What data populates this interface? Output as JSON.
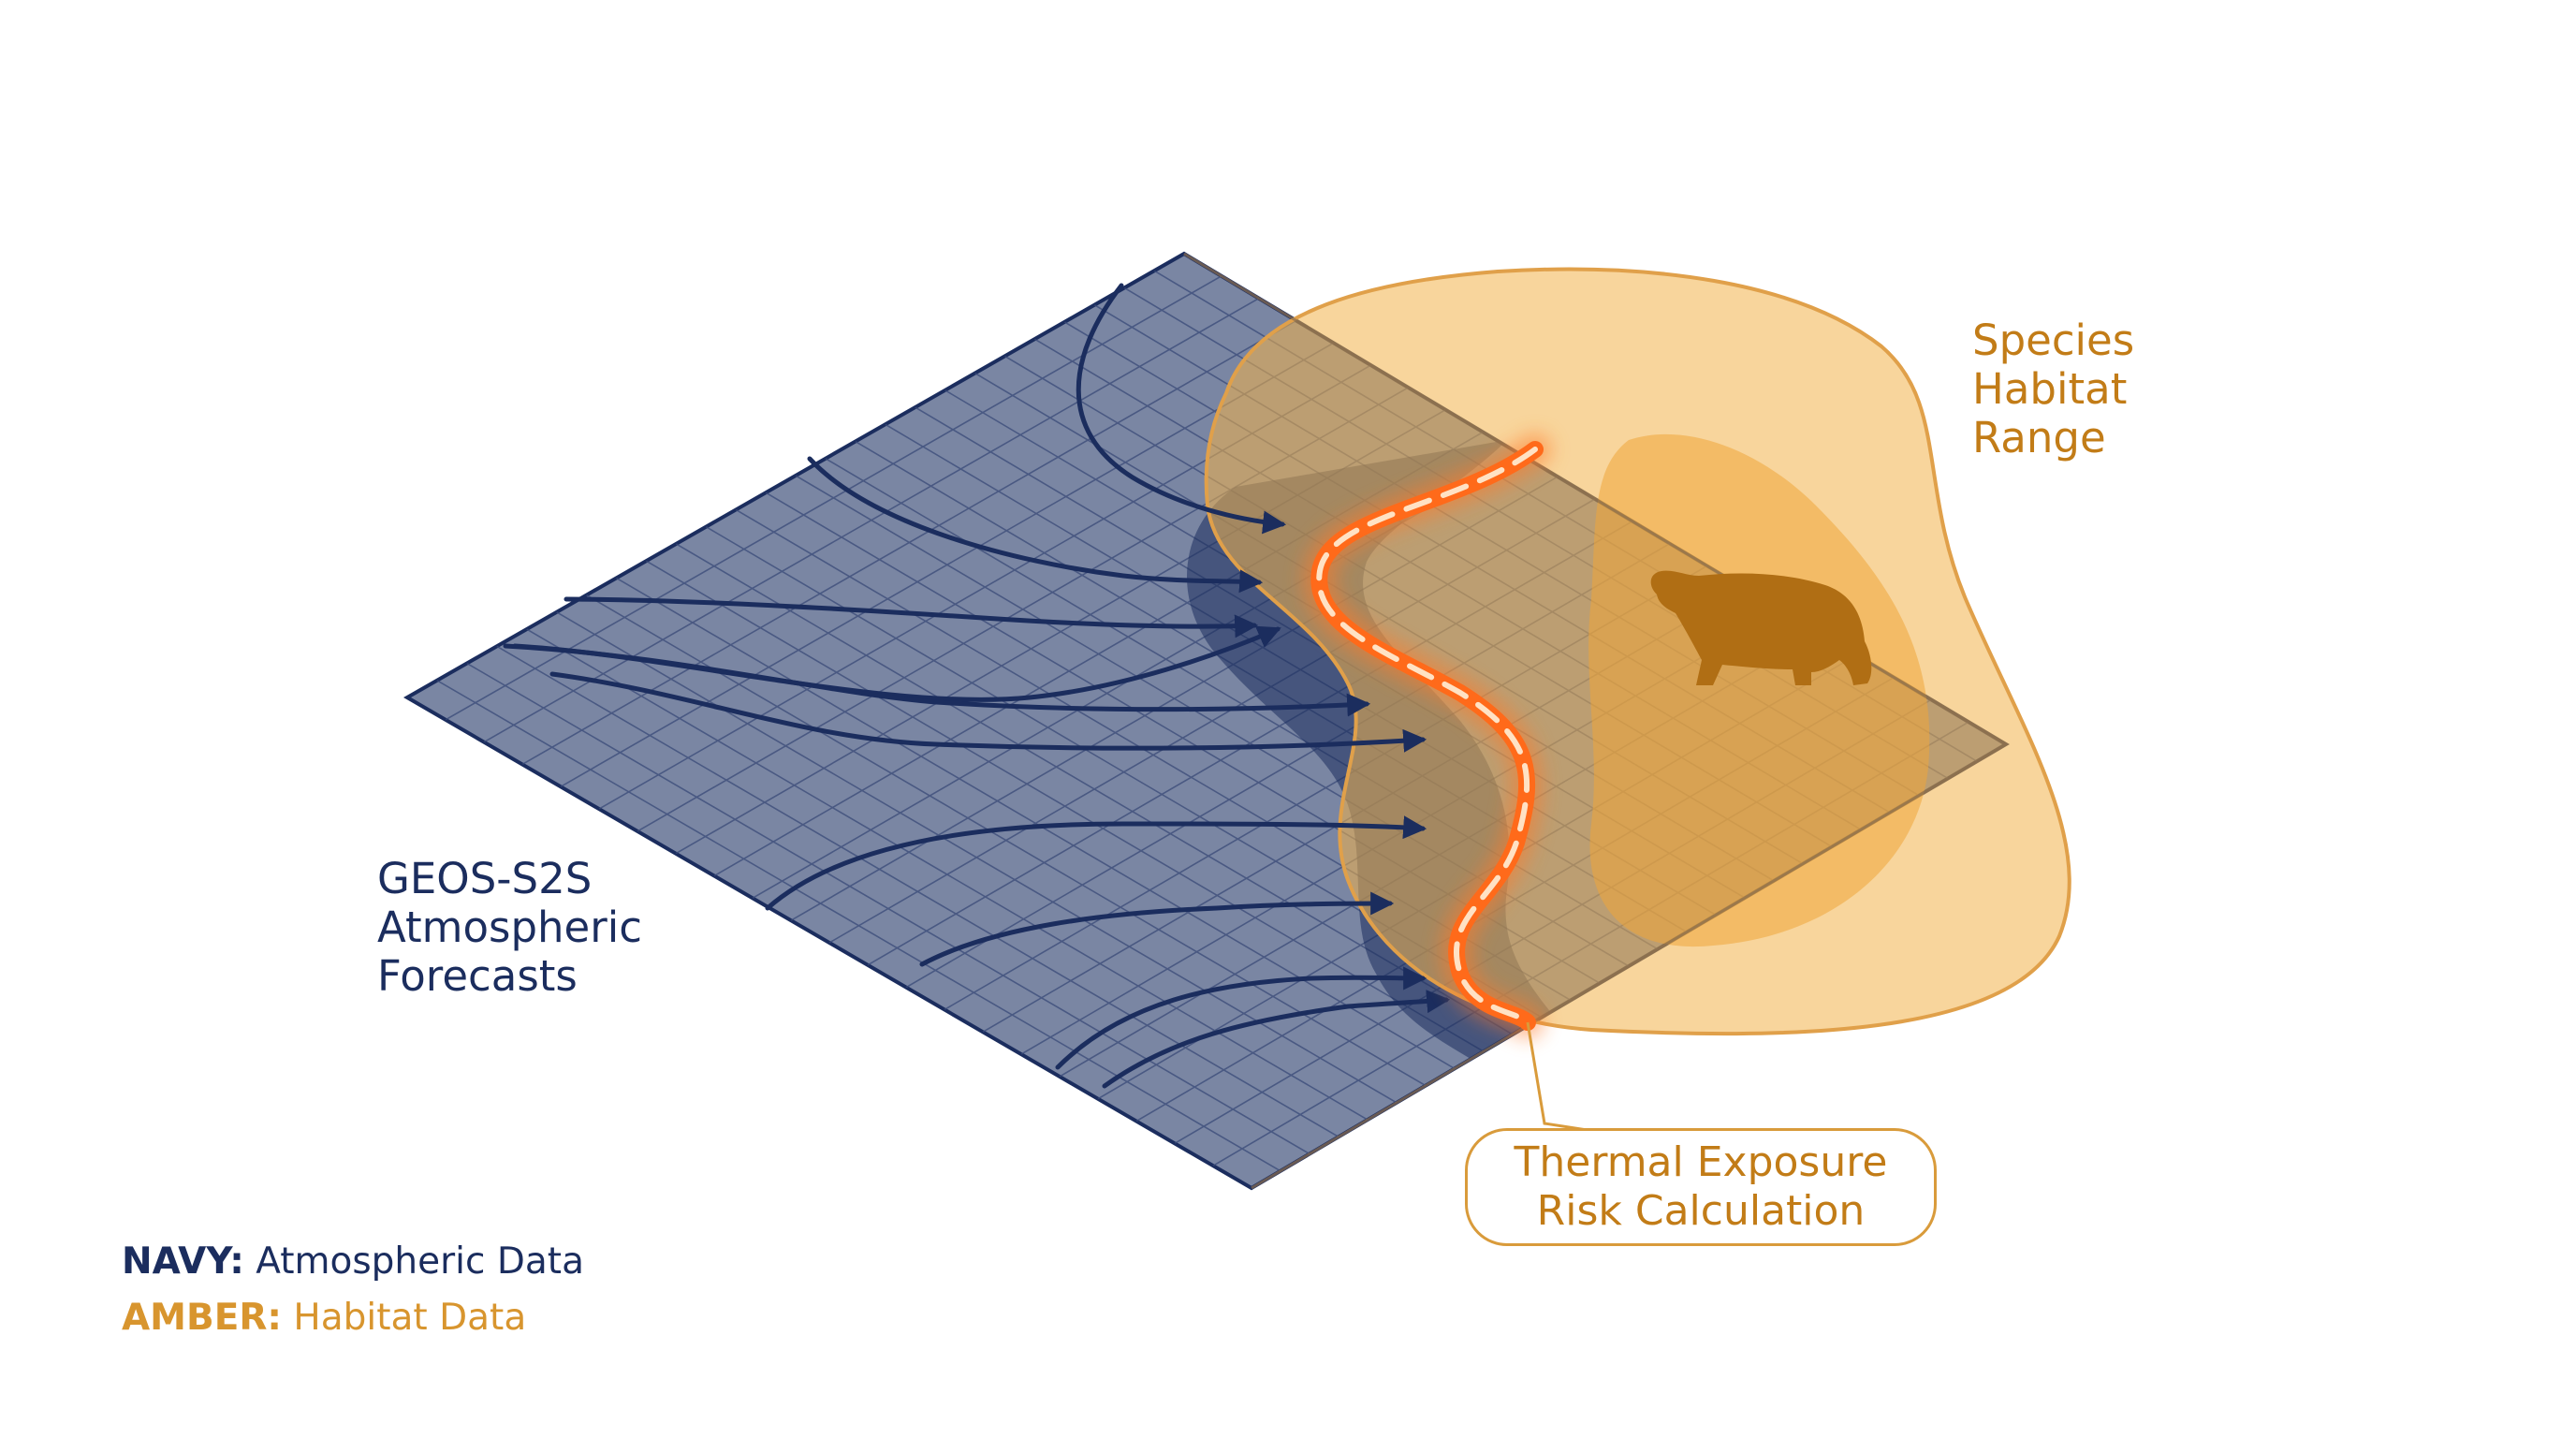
{
  "labels": {
    "atmospheric": [
      "GEOS-S2S",
      "Atmospheric",
      "Forecasts"
    ],
    "habitat": [
      "Species",
      "Habitat",
      "Range"
    ],
    "callout": [
      "Thermal Exposure",
      "Risk Calculation"
    ]
  },
  "legend": [
    {
      "key": "NAVY:",
      "text": "Atmospheric Data",
      "color": "#1b2d5e"
    },
    {
      "key": "AMBER:",
      "text": "Habitat Data",
      "color": "#d8952e"
    }
  ],
  "colors": {
    "navy": "#1b2d5e",
    "grid_fill": "#7a86a3",
    "amber": "#f2b24a",
    "amber_text": "#c27c17",
    "hot_line": "#ff7a2a"
  },
  "icons": {
    "animal": "bear-icon"
  }
}
